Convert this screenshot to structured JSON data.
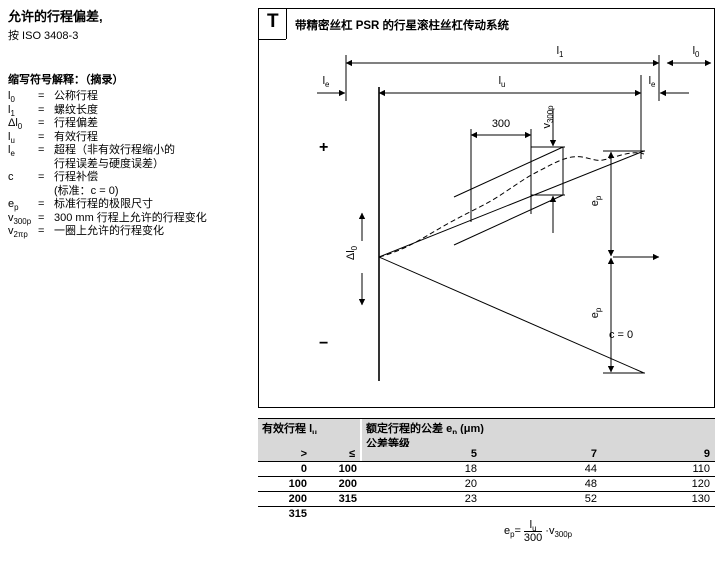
{
  "page": {
    "bg": "#ffffff",
    "text_color": "#000000",
    "table_header_bg": "#d8d8d8"
  },
  "left_panel": {
    "title": "允许的行程偏差,",
    "standard": "按 ISO 3408-3",
    "legend_heading": "缩写符号解释：（摘录）",
    "symbols": [
      {
        "base": "l",
        "sub": "0",
        "eq": "=",
        "def1": "公称行程",
        "def2": ""
      },
      {
        "base": "l",
        "sub": "1",
        "eq": "=",
        "def1": "螺纹长度",
        "def2": ""
      },
      {
        "base": "Δl",
        "sub": "0",
        "eq": "=",
        "def1": "行程偏差",
        "def2": ""
      },
      {
        "base": "l",
        "sub": "u",
        "eq": "=",
        "def1": "有效行程",
        "def2": ""
      },
      {
        "base": "l",
        "sub": "e",
        "eq": "=",
        "def1": "超程（非有效行程缩小的",
        "def2": "行程误差与硬度误差）"
      },
      {
        "base": "c",
        "sub": "",
        "eq": "=",
        "def1": "行程补偿",
        "def2": "(标准：c = 0)"
      },
      {
        "base": "e",
        "sub": "p",
        "eq": "=",
        "def1": "标准行程的极限尺寸",
        "def2": ""
      },
      {
        "base": "v",
        "sub": "300p",
        "eq": "=",
        "def1": "300 mm 行程上允许的行程变化",
        "def2": ""
      },
      {
        "base": "v",
        "sub": "2πp",
        "eq": "=",
        "def1": "一圈上允许的行程变化",
        "def2": ""
      }
    ]
  },
  "figure": {
    "tag": "T",
    "title": "带精密丝杠 PSR 的行星滚柱丝杠传动系统",
    "labels": {
      "l1_base": "l",
      "l1_sub": "1",
      "l0_base": "l",
      "l0_sub": "0",
      "le_base": "l",
      "le_sub": "e",
      "lu_base": "l",
      "lu_sub": "u",
      "dl0_base": "Δl",
      "dl0_sub": "0",
      "ep_base": "e",
      "ep_sub": "p",
      "v300p_base": "v",
      "v300p_sub": "300p",
      "dim300": "300",
      "plus": "+",
      "minus": "−",
      "c_zero": "c = 0"
    }
  },
  "table": {
    "left_header_prefix": "有效行程 ",
    "left_header_base": "l",
    "left_header_sub": "u",
    "right_header_prefix": "额定行程的公差 ",
    "right_header_base": "e",
    "right_header_sub": "p",
    "right_header_unit": " (μm)",
    "class_row_label": "公差等级",
    "gt_symbol": ">",
    "le_symbol": "≤",
    "class_cols": [
      "5",
      "7",
      "9"
    ],
    "rows": [
      {
        "gt": "0",
        "le": "100",
        "t5": "18",
        "t7": "44",
        "t9": "110"
      },
      {
        "gt": "100",
        "le": "200",
        "t5": "20",
        "t7": "48",
        "t9": "120"
      },
      {
        "gt": "200",
        "le": "315",
        "t5": "23",
        "t7": "52",
        "t9": "130"
      }
    ],
    "last_gt": "315",
    "formula": {
      "lhs_base": "e",
      "lhs_sub": "p",
      "equals": " = ",
      "num_base": "l",
      "num_sub": "u",
      "den": "300",
      "times": " · ",
      "rhs_base": "v",
      "rhs_sub": "300p"
    }
  }
}
